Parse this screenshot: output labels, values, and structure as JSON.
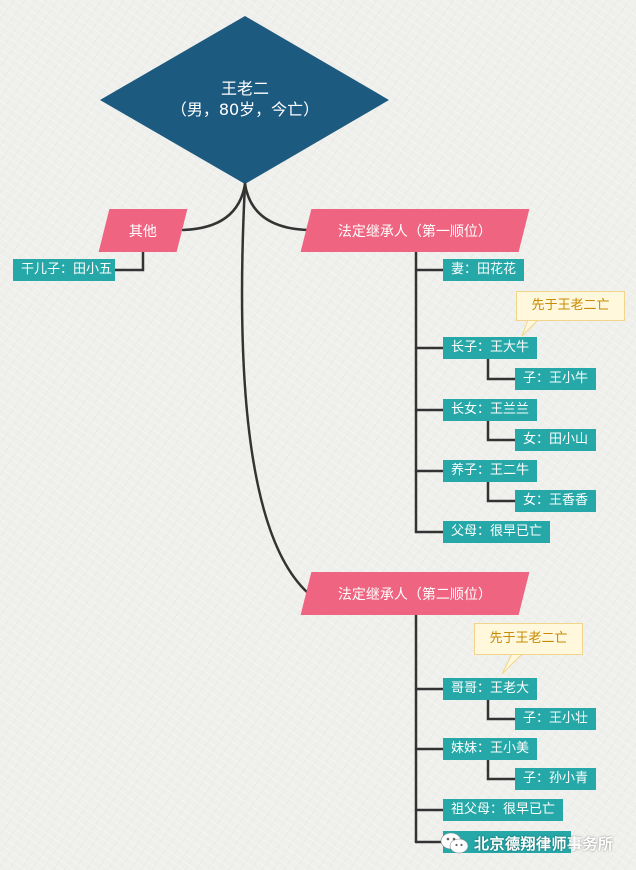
{
  "root": {
    "line1": "王老二",
    "line2": "（男，80岁，今亡）"
  },
  "others": {
    "label": "其他",
    "child": "干儿子：田小五"
  },
  "first_order": {
    "label": "法定继承人（第一顺位）",
    "wife": "妻：田花花",
    "note": "先于王老二亡",
    "son1": "长子：王大牛",
    "son1_child": "子：王小牛",
    "daughter": "长女：王兰兰",
    "daughter_child": "女：田小山",
    "son2": "养子：王二牛",
    "son2_child": "女：王香香",
    "parents": "父母：很早已亡"
  },
  "second_order": {
    "label": "法定继承人（第二顺位）",
    "note": "先于王老二亡",
    "brother": "哥哥：王老大",
    "brother_child": "子：王小壮",
    "sister": "妹妹：王小美",
    "sister_child": "子：孙小青",
    "grandparents": "祖父母：很早已亡"
  },
  "watermark": {
    "text": "北京德翔律师事务所",
    "icon": "wechat-icon"
  },
  "colors": {
    "diamond": "#1d5a80",
    "branch": "#ef6480",
    "leaf": "#26a8a8",
    "line": "#333333",
    "note_bg": "#fff8dc",
    "note_text": "#c88a00"
  }
}
